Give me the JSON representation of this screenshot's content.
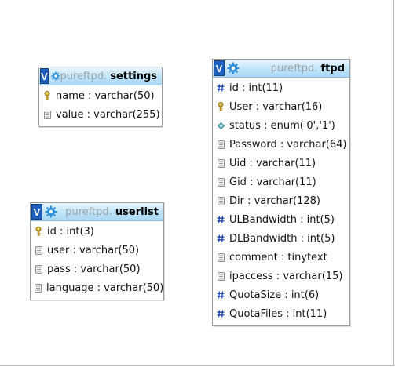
{
  "colors": {
    "header_gradient_top": "#eaf6fd",
    "header_gradient_bottom": "#a9d8f4",
    "toggle_bg": "#1d5fbf",
    "db_name": "#9aa3aa",
    "border": "#9a9a9a"
  },
  "tables": [
    {
      "id": "settings",
      "toggle": "V",
      "db": "pureftpd.",
      "name": "settings",
      "columns": [
        {
          "text": "name : varchar(50)",
          "icon": "key-icon"
        },
        {
          "text": "value : varchar(255)",
          "icon": "column-icon"
        }
      ]
    },
    {
      "id": "ftpd",
      "toggle": "V",
      "db": "pureftpd.",
      "name": "ftpd",
      "columns": [
        {
          "text": "id : int(11)",
          "icon": "numeric-icon"
        },
        {
          "text": "User : varchar(16)",
          "icon": "key-icon"
        },
        {
          "text": "status : enum('0','1')",
          "icon": "enum-icon"
        },
        {
          "text": "Password : varchar(64)",
          "icon": "column-icon"
        },
        {
          "text": "Uid : varchar(11)",
          "icon": "column-icon"
        },
        {
          "text": "Gid : varchar(11)",
          "icon": "column-icon"
        },
        {
          "text": "Dir : varchar(128)",
          "icon": "column-icon"
        },
        {
          "text": "ULBandwidth : int(5)",
          "icon": "numeric-icon"
        },
        {
          "text": "DLBandwidth : int(5)",
          "icon": "numeric-icon"
        },
        {
          "text": "comment : tinytext",
          "icon": "column-icon"
        },
        {
          "text": "ipaccess : varchar(15)",
          "icon": "column-icon"
        },
        {
          "text": "QuotaSize : int(6)",
          "icon": "numeric-icon"
        },
        {
          "text": "QuotaFiles : int(11)",
          "icon": "numeric-icon"
        }
      ]
    },
    {
      "id": "userlist",
      "toggle": "V",
      "db": "pureftpd.",
      "name": "userlist",
      "columns": [
        {
          "text": "id : int(3)",
          "icon": "key-icon"
        },
        {
          "text": "user : varchar(50)",
          "icon": "column-icon"
        },
        {
          "text": "pass : varchar(50)",
          "icon": "column-icon"
        },
        {
          "text": "language : varchar(50)",
          "icon": "column-icon"
        }
      ]
    }
  ]
}
